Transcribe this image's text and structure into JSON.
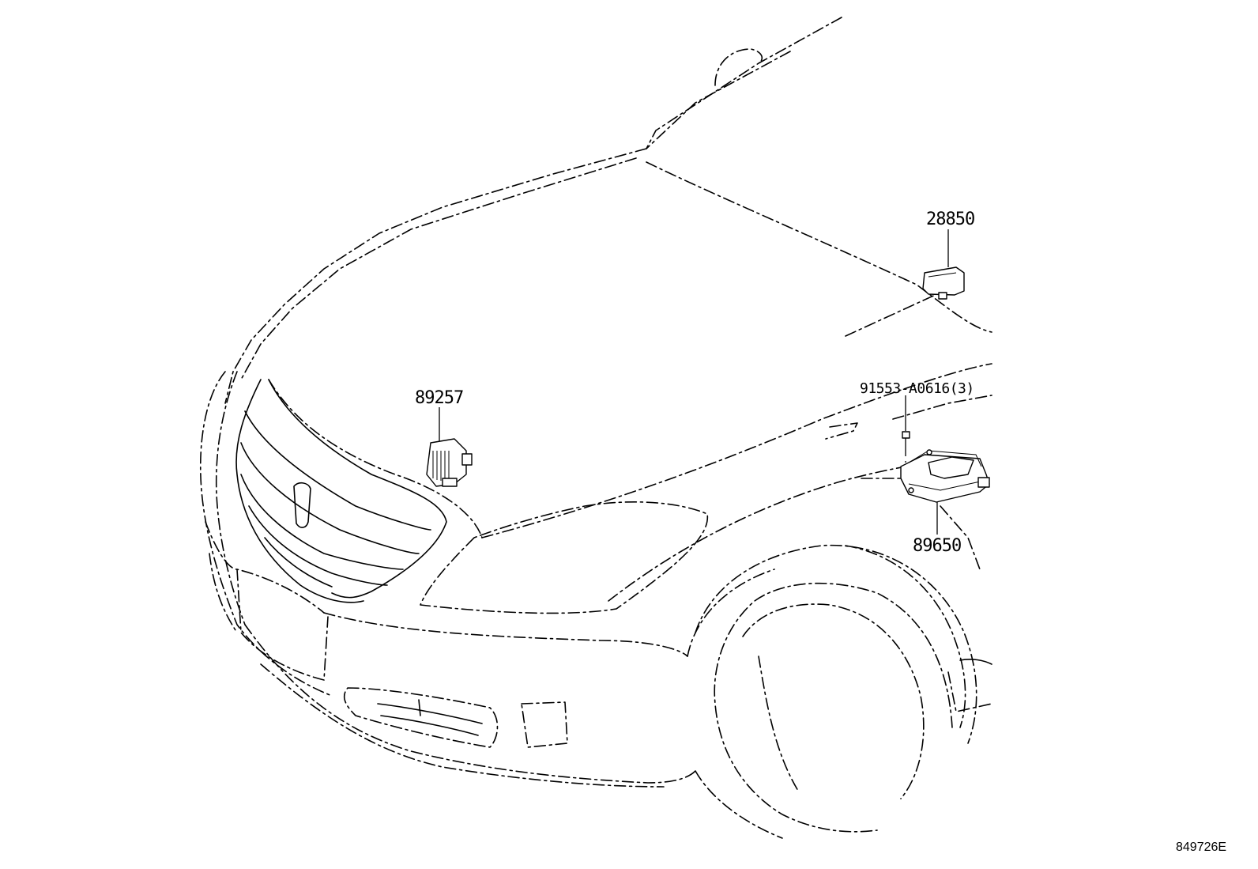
{
  "parts": {
    "sensor_28850": "28850",
    "bracket_89257": "89257",
    "bolt_91553": "91553-A0616(3)",
    "ecu_89650": "89650"
  },
  "figure_id": "849726E"
}
